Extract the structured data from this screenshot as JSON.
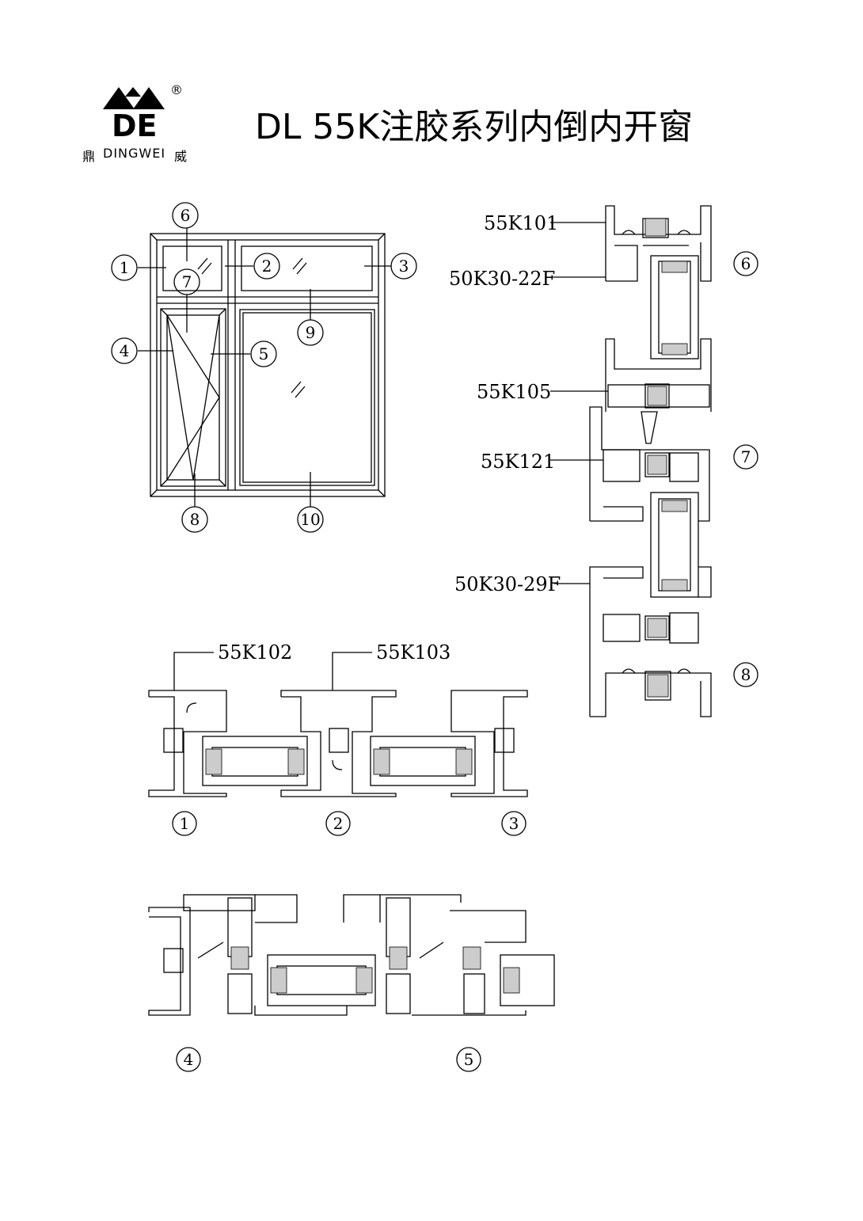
{
  "brand": {
    "left_char": "鼎",
    "name": "DINGWEI",
    "right_char": "威",
    "registered": "®",
    "logo_letters": "DE"
  },
  "title": "DL 55K注胶系列内倒内开窗",
  "elevation": {
    "callouts": [
      "1",
      "2",
      "3",
      "4",
      "5",
      "6",
      "7",
      "8",
      "9",
      "10"
    ]
  },
  "section_vertical": {
    "labels": [
      "55K101",
      "50K30-22F",
      "55K105",
      "55K121",
      "50K30-29F"
    ],
    "markers": [
      "6",
      "7",
      "8"
    ]
  },
  "section_horizontal_top": {
    "labels": [
      "55K102",
      "55K103"
    ],
    "markers": [
      "1",
      "2",
      "3"
    ]
  },
  "section_horizontal_bottom": {
    "markers": [
      "4",
      "5"
    ]
  }
}
